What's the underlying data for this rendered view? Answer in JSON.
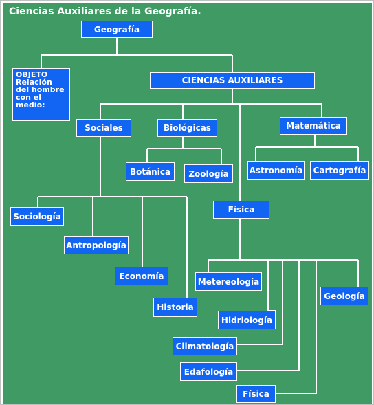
{
  "title": "Ciencias Auxiliares de la Geografía.",
  "colors": {
    "background": "#3f9a64",
    "node_fill": "#1165f2",
    "line": "#ffffff",
    "text": "#ffffff"
  },
  "nodes": {
    "geografia": "Geografía",
    "objeto": "OBJETO\nRelación\ndel hombre\ncon el\nmedio:",
    "ciencias_auxiliares": "CIENCIAS AUXILIARES",
    "sociales": "Sociales",
    "biologicas": "Biológicas",
    "matematica": "Matemática",
    "botanica": "Botánica",
    "zoologia": "Zoología",
    "astronomia": "Astronomía",
    "cartografia": "Cartografía",
    "fisica_grupo": "Física",
    "sociologia": "Sociología",
    "antropologia": "Antropología",
    "economia": "Economía",
    "historia": "Historia",
    "metereologia": "Metereología",
    "geologia": "Geología",
    "hidriologia": "Hidriología",
    "climatologia": "Climatología",
    "edafologia": "Edafología",
    "fisica": "Física"
  }
}
